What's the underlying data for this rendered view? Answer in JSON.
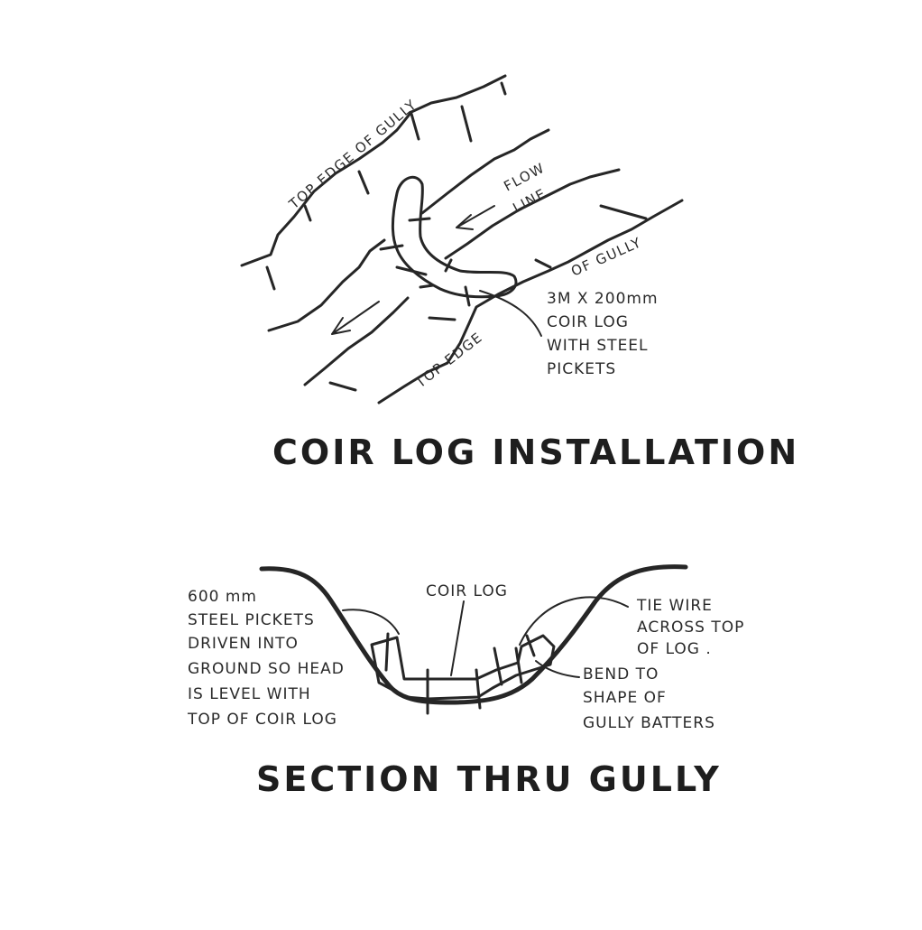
{
  "plan": {
    "top_edge_upper": "TOP EDGE OF GULLY",
    "flow_line": [
      "FLOW",
      "LINE"
    ],
    "top_edge_lower_a": "OF GULLY",
    "top_edge_lower_b": "TOP EDGE",
    "log_note": [
      "3M X 200mm",
      "COIR LOG",
      "WITH STEEL",
      "PICKETS"
    ],
    "title": "COIR LOG INSTALLATION"
  },
  "section": {
    "pickets_note": [
      "600 mm",
      "STEEL PICKETS",
      "DRIVEN INTO",
      "GROUND SO HEAD",
      "IS LEVEL WITH",
      "TOP OF COIR LOG"
    ],
    "coir_log": "COIR LOG",
    "tie_wire_note": [
      "TIE WIRE",
      "ACROSS TOP",
      "OF LOG ."
    ],
    "bend_note": [
      "BEND TO",
      "SHAPE OF",
      "GULLY BATTERS"
    ],
    "title": "SECTION THRU GULLY"
  }
}
